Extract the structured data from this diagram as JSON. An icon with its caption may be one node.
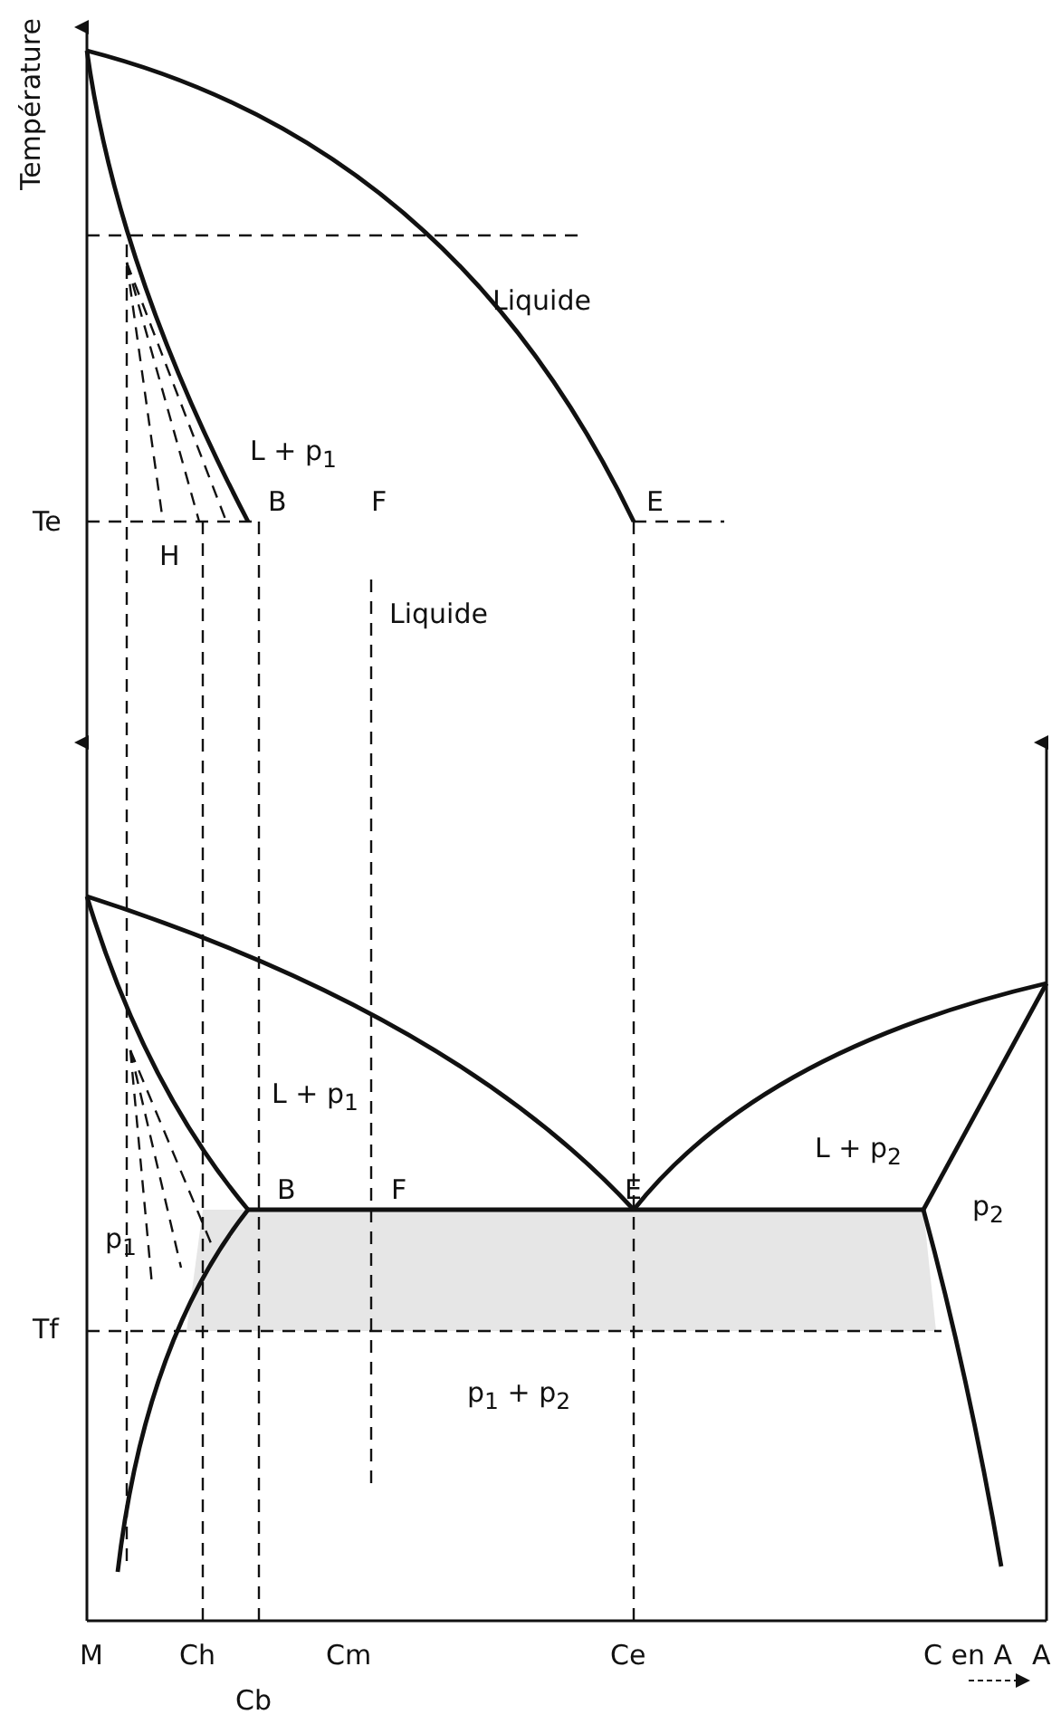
{
  "diagram": {
    "labels": [
      "Température",
      "Liquide",
      "L + p$_{1}$",
      "Te",
      "H",
      "B",
      "F",
      "E",
      "Liquide",
      "L + p$_{1}$",
      "B",
      "F",
      "E",
      "L + p$_{2}$",
      "p$_{1}$",
      "p$_{2}$",
      "Tf",
      "p$_{1}$ + p$_{2}$",
      "M",
      "Ch",
      "Cm",
      "Ce",
      "C en A",
      "A",
      "Cb"
    ]
  }
}
